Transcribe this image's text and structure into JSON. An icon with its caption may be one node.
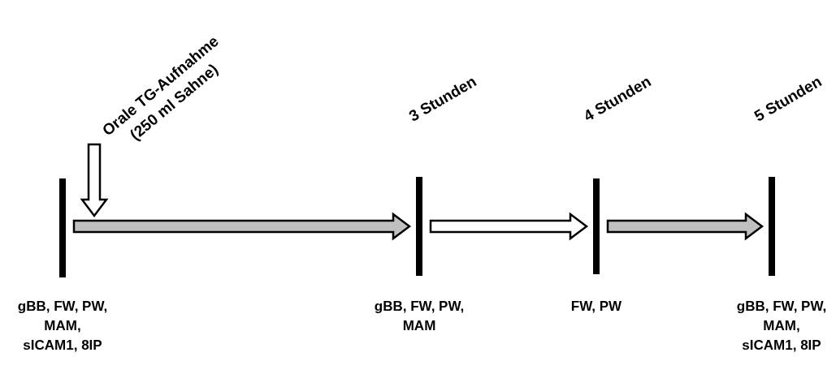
{
  "diagram": {
    "nodes": [
      {
        "text": [],
        "shape": "bar",
        "beside": [
          "gBB, FW, PW, MAM, sICAM1, 8IP"
        ]
      },
      {
        "text": [
          "Orale TG-Aufnahme (250 ml Sahne)"
        ]
      },
      {
        "text": [],
        "shape": "bar",
        "beside": [
          "3 Stunden",
          "gBB, FW, PW, MAM"
        ]
      },
      {
        "text": [],
        "shape": "bar",
        "beside": [
          "4 Stunden",
          "FW, PW"
        ]
      },
      {
        "text": [],
        "shape": "bar",
        "beside": [
          "5 Stunden",
          "gBB, FW, PW, MAM, sICAM1, 8IP"
        ]
      }
    ],
    "edges": [
      {
        "from": 0,
        "to": 2,
        "arrow": "to"
      },
      {
        "from": 2,
        "to": 3,
        "arrow": "to",
        "color": "#ffffff"
      },
      {
        "from": 3,
        "to": 4,
        "arrow": "to"
      },
      {
        "from": 1,
        "to": null,
        "arrow": "to",
        "color": "#ffffff"
      }
    ]
  }
}
